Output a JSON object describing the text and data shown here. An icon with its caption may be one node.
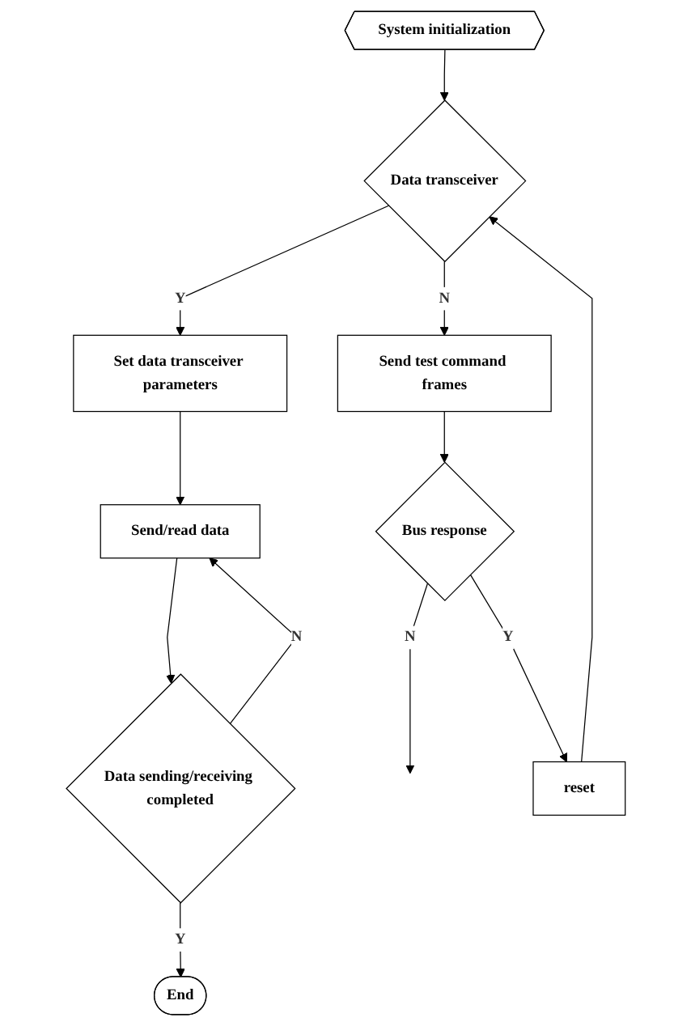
{
  "diagram": {
    "nodes": [
      {
        "text": [
          "System initialization"
        ]
      },
      {
        "text": [
          "Data transceiver"
        ]
      },
      {
        "text": [
          "Set data transceiver parameters"
        ]
      },
      {
        "text": [
          "Send test command frames"
        ]
      },
      {
        "text": [
          "Send/read data"
        ]
      },
      {
        "text": [
          "Bus response"
        ]
      },
      {
        "text": [
          "Data sending/receiving completed"
        ]
      },
      {
        "text": [
          "reset"
        ]
      },
      {
        "text": [
          "End"
        ]
      }
    ],
    "edges": [
      {
        "from": 0,
        "to": 1,
        "arrow": "to"
      },
      {
        "from": 1,
        "to": 2,
        "arrow": "to",
        "label": "Y"
      },
      {
        "from": 1,
        "to": 3,
        "arrow": "to",
        "label": "N"
      },
      {
        "from": 2,
        "to": 4,
        "arrow": "to"
      },
      {
        "from": 3,
        "to": 5,
        "arrow": "to"
      },
      {
        "from": 4,
        "to": 6,
        "arrow": "to"
      },
      {
        "from": 6,
        "to": 4,
        "arrow": "to",
        "label": "N"
      },
      {
        "from": 5,
        "to": null,
        "arrow": "to",
        "label": "N"
      },
      {
        "from": 5,
        "to": 7,
        "arrow": "to",
        "label": "Y"
      },
      {
        "from": 7,
        "to": 1,
        "arrow": "to"
      },
      {
        "from": 6,
        "to": 8,
        "arrow": "to",
        "label": "Y"
      }
    ]
  }
}
